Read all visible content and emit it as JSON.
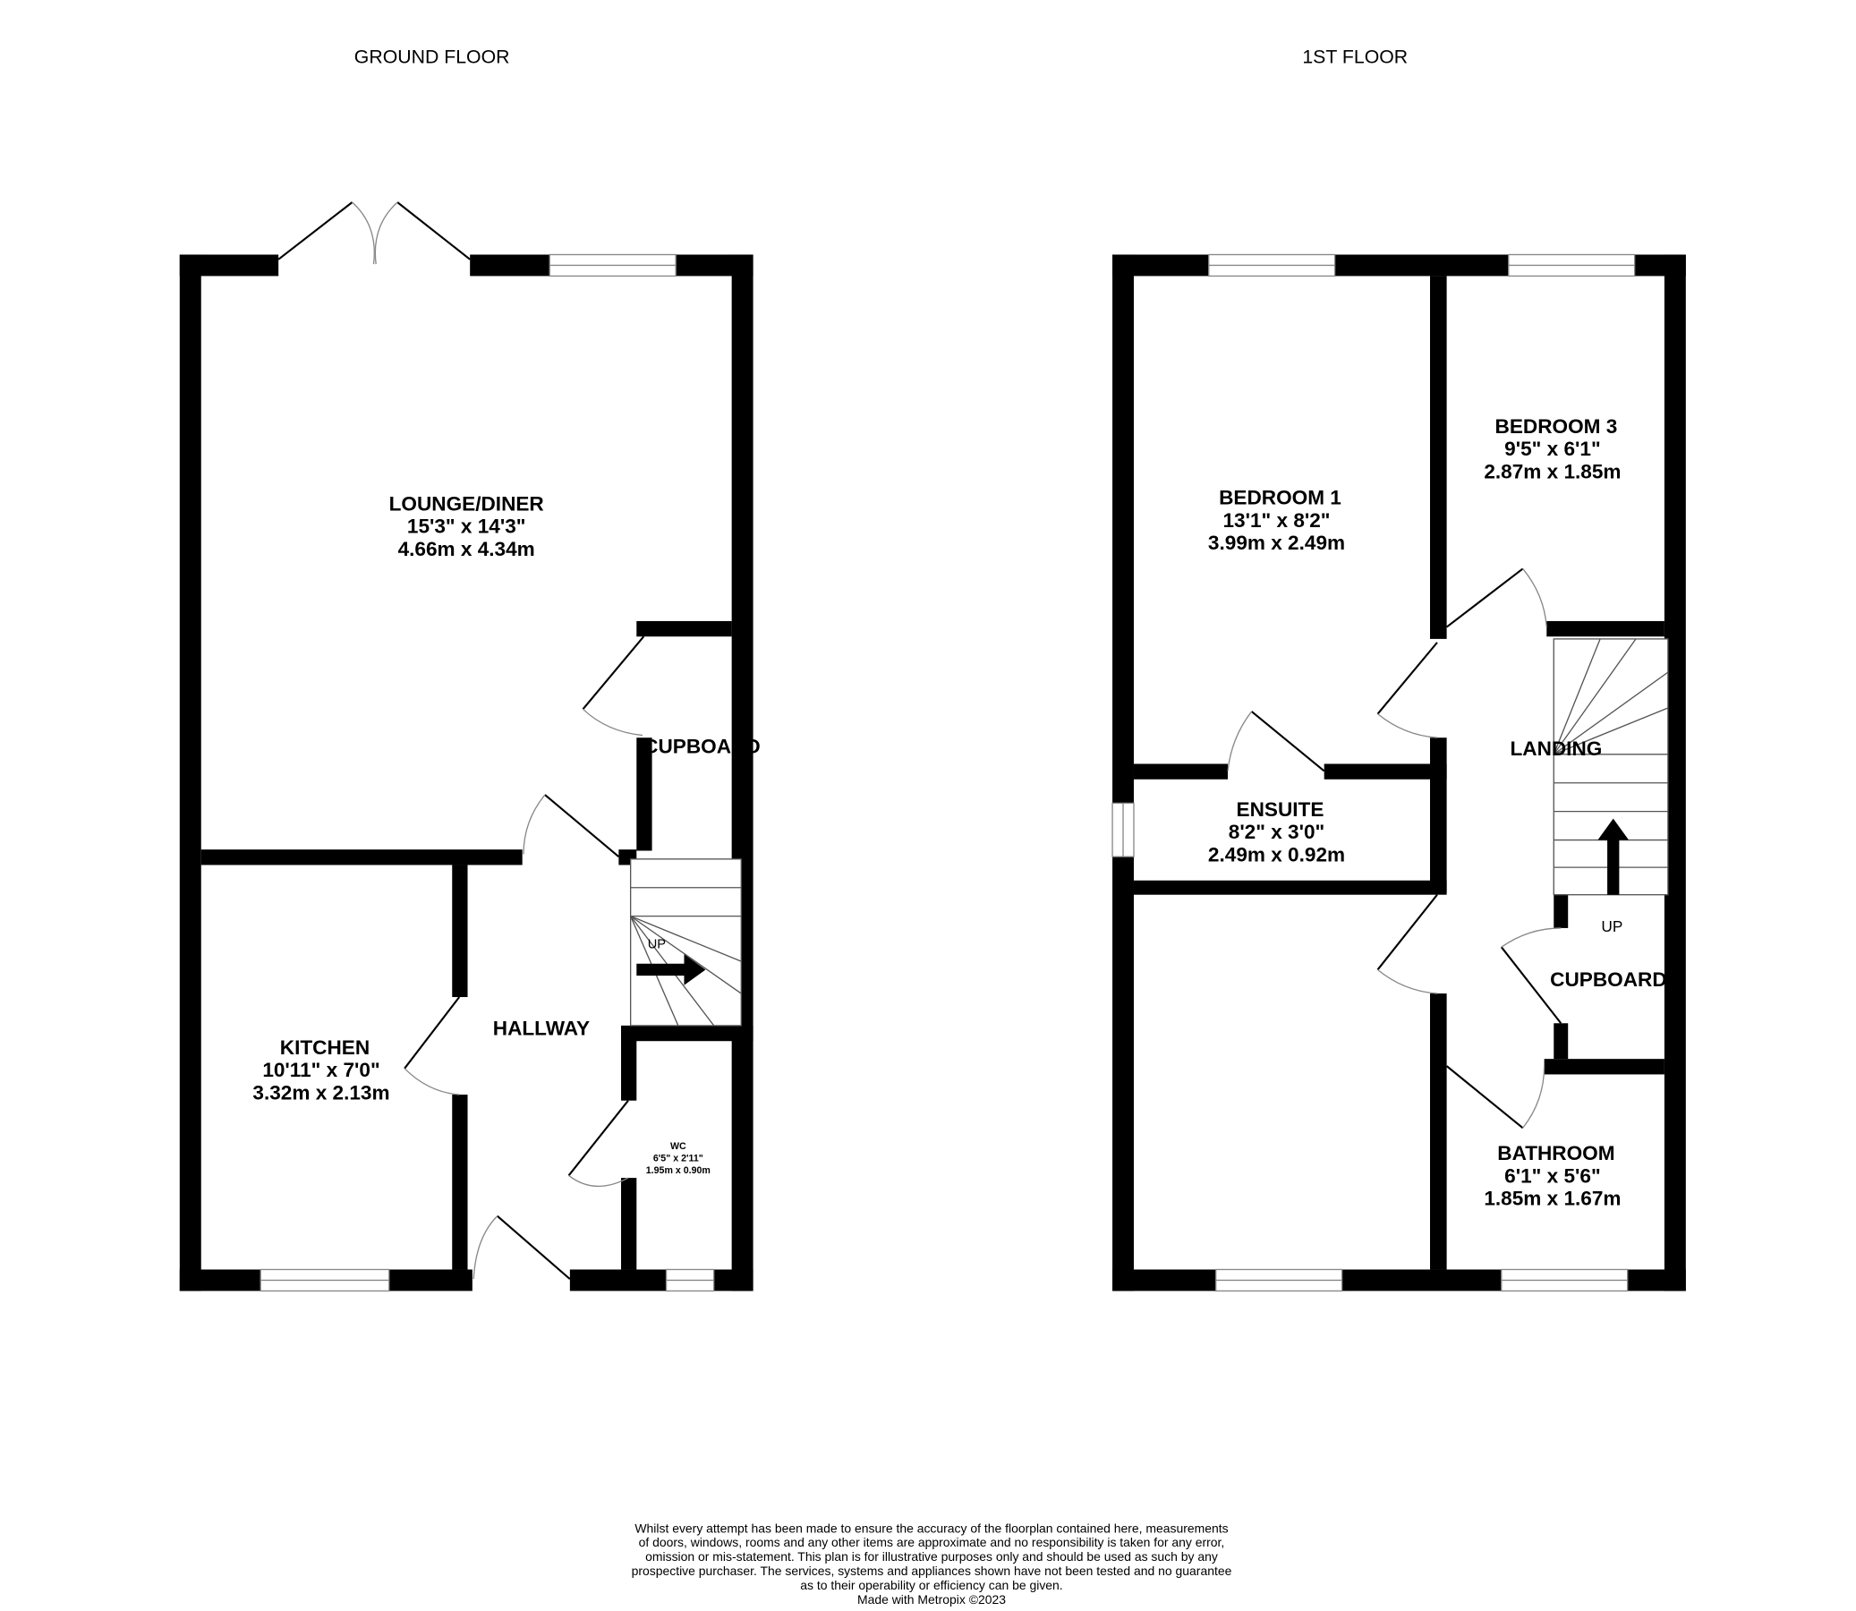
{
  "ground_floor": {
    "title": "GROUND FLOOR",
    "rooms": [
      {
        "name": "LOUNGE/DINER",
        "imperial": "15'3\"  x 14'3\"",
        "metric": "4.66m  x 4.34m"
      },
      {
        "name": "KITCHEN",
        "imperial": "10'11\"  x 7'0\"",
        "metric": "3.32m  x 2.13m"
      },
      {
        "name": "WC",
        "imperial": "6'5\"  x 2'11\"",
        "metric": "1.95m  x 0.90m"
      },
      {
        "name": "HALLWAY"
      },
      {
        "name": "CUPBOARD"
      }
    ],
    "stairs_label": "UP"
  },
  "first_floor": {
    "title": "1ST FLOOR",
    "rooms": [
      {
        "name": "BEDROOM 1",
        "imperial": "13'1\"  x 8'2\"",
        "metric": "3.99m  x 2.49m"
      },
      {
        "name": "BEDROOM 3",
        "imperial": "9'5\"  x 6'1\"",
        "metric": "2.87m  x 1.85m"
      },
      {
        "name": "ENSUITE",
        "imperial": "8'2\"  x 3'0\"",
        "metric": "2.49m  x 0.92m"
      },
      {
        "name": "BATHROOM",
        "imperial": "6'1\"  x 5'6\"",
        "metric": "1.85m  x 1.67m"
      },
      {
        "name": "LANDING"
      },
      {
        "name": "CUPBOARD"
      }
    ],
    "stairs_label": "UP"
  },
  "disclaimer": [
    "Whilst every attempt has been made to ensure the accuracy of the floorplan contained here, measurements",
    "of doors, windows, rooms and any other items are approximate and no responsibility is taken for any error,",
    "omission or mis-statement. This plan is for illustrative purposes only and should be used as such by any",
    "prospective purchaser. The services, systems and appliances shown have not been tested and no guarantee",
    "as to their operability or efficiency can be given.",
    "Made with Metropix ©2023"
  ]
}
